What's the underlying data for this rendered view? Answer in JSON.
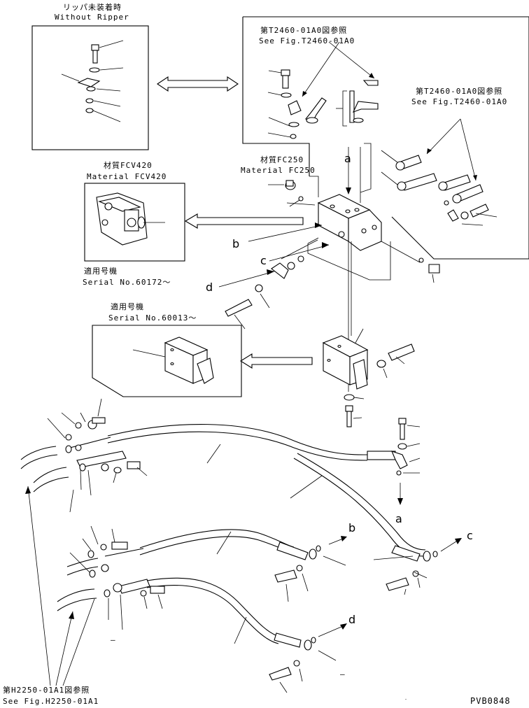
{
  "labels": {
    "without_ripper_jp": "リッパ未装着時",
    "without_ripper_en": "Without Ripper",
    "see_t2460_jp_1": "第T2460-01A0図参照",
    "see_t2460_en_1": "See Fig.T2460-01A0",
    "see_t2460_jp_2": "第T2460-01A0図参照",
    "see_t2460_en_2": "See Fig.T2460-01A0",
    "material_fcv420_jp": "材質FCV420",
    "material_fcv420_en": "Material FCV420",
    "material_fc250_jp": "材質FC250",
    "material_fc250_en": "Material FC250",
    "serial_1_jp": "適用号機",
    "serial_1_en": "Serial No.60172～",
    "serial_2_jp": "適用号機",
    "serial_2_en": "Serial No.60013～",
    "see_h2250_jp": "第H2250-01A1図参照",
    "see_h2250_en": "See Fig.H2250-01A1",
    "code": "PVB0848"
  },
  "callouts": {
    "a_top": "a",
    "b_left": "b",
    "c_left": "c",
    "d_left": "d",
    "a_bottom": "a",
    "b_right": "b",
    "c_right": "c",
    "d_right": "d",
    "dash_1": "–",
    "dash_2": "–"
  }
}
